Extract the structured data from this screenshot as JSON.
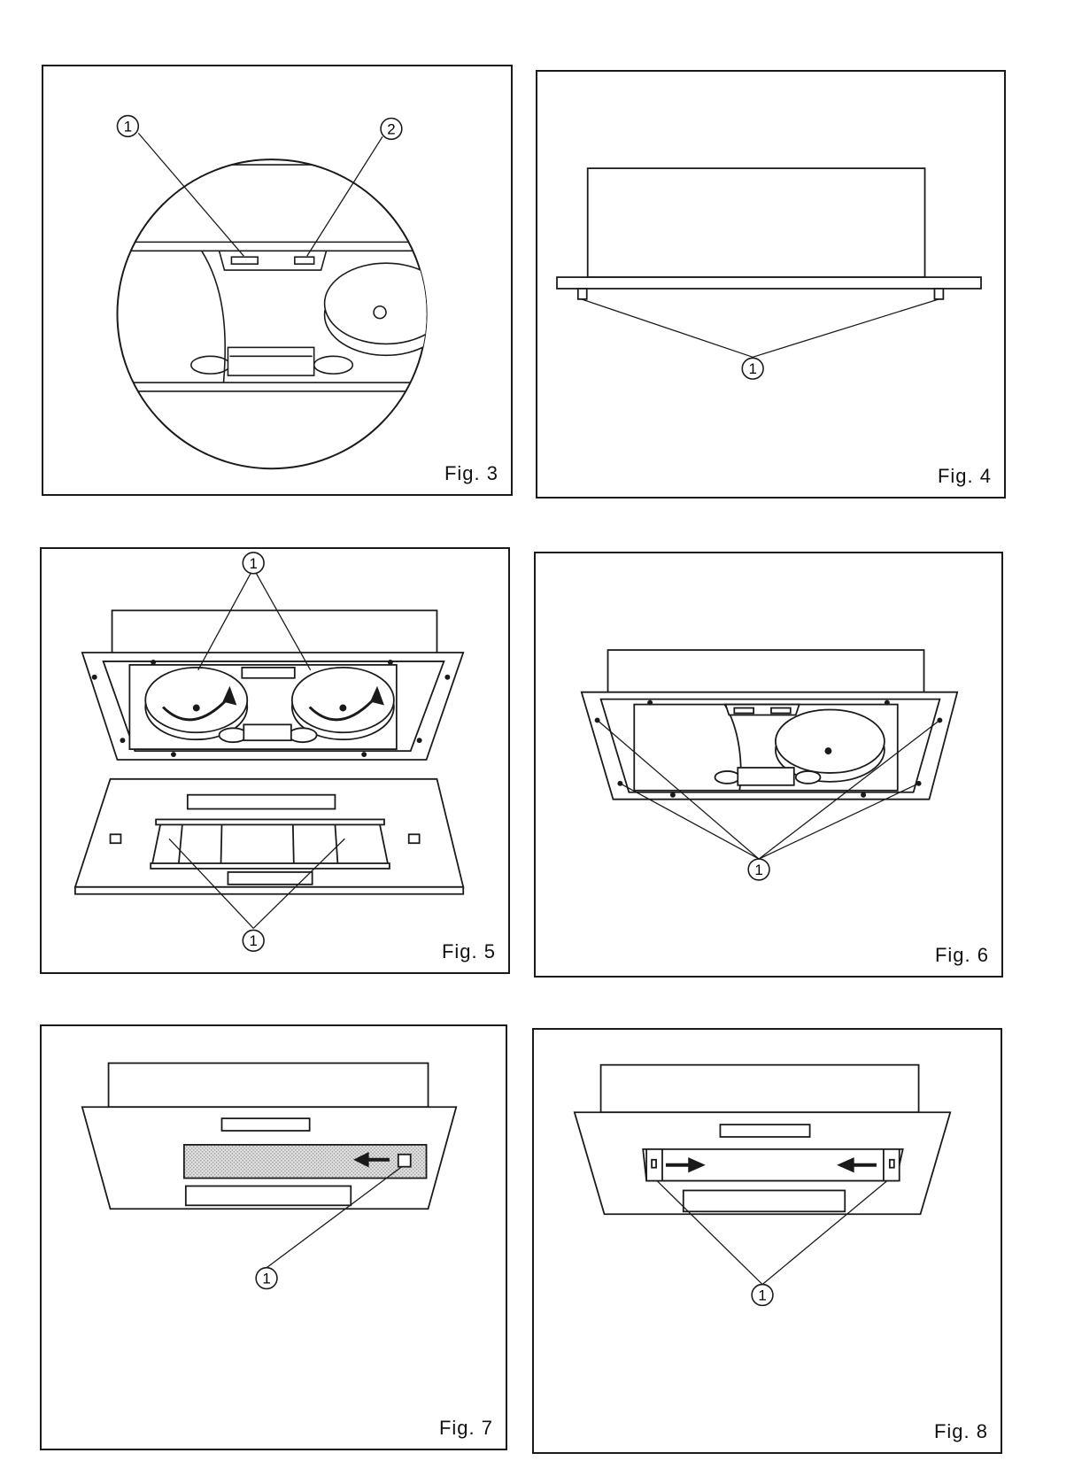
{
  "figures": [
    {
      "id": "fig3",
      "label": "Fig. 3",
      "callouts": [
        "1",
        "2"
      ]
    },
    {
      "id": "fig4",
      "label": "Fig. 4",
      "callouts": [
        "1"
      ]
    },
    {
      "id": "fig5",
      "label": "Fig. 5",
      "callouts": [
        "1",
        "1"
      ]
    },
    {
      "id": "fig6",
      "label": "Fig. 6",
      "callouts": [
        "1"
      ]
    },
    {
      "id": "fig7",
      "label": "Fig. 7",
      "callouts": [
        "1"
      ]
    },
    {
      "id": "fig8",
      "label": "Fig. 8",
      "callouts": [
        "1"
      ]
    }
  ],
  "colors": {
    "ink": "#1a1a1a",
    "filter_dots": "#bdbdbd",
    "paper": "#ffffff"
  }
}
